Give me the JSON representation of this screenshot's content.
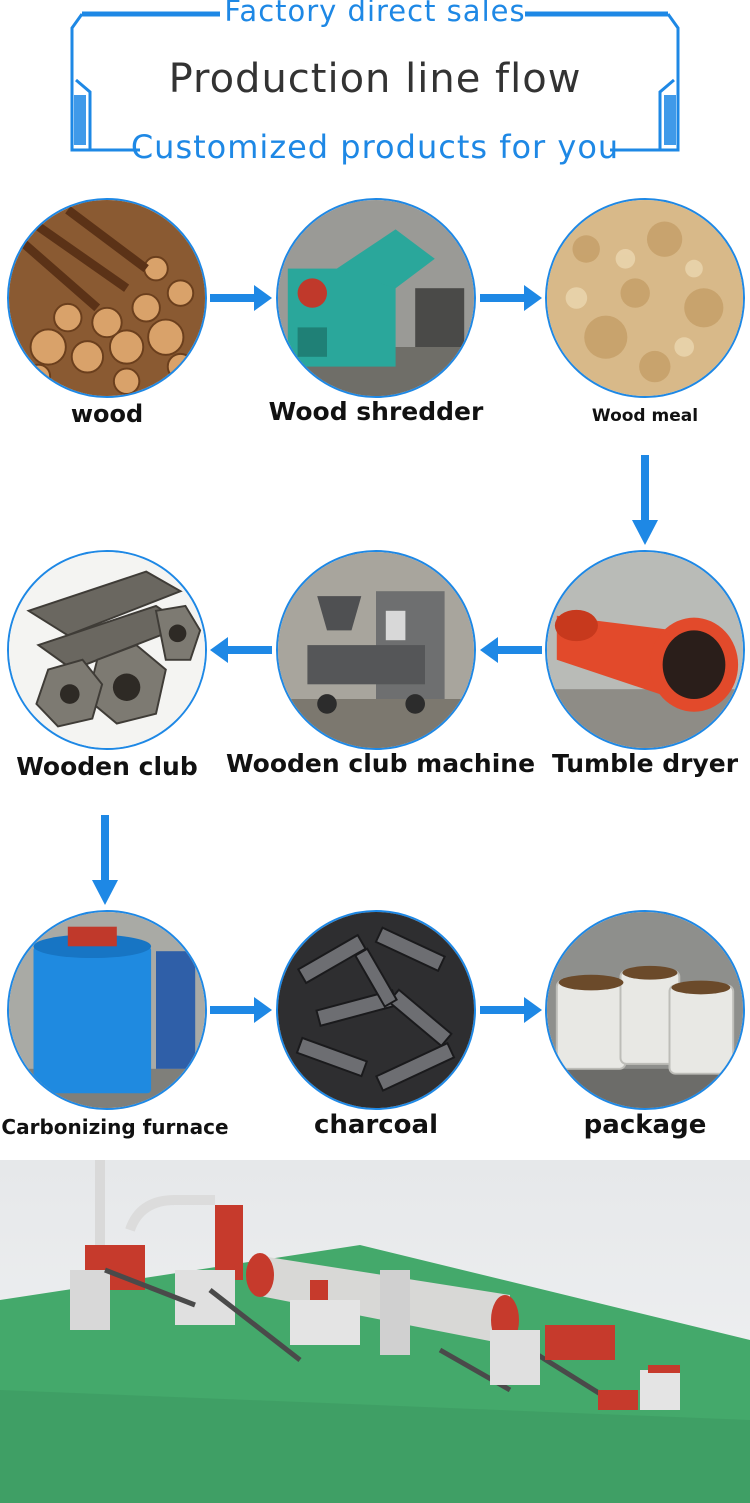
{
  "header": {
    "top_text": "Factory direct sales",
    "title": "Production line flow",
    "subtitle": "Customized products for you"
  },
  "steps": [
    {
      "label": "wood"
    },
    {
      "label": "Wood shredder"
    },
    {
      "label": "Wood meal"
    },
    {
      "label": "Tumble dryer"
    },
    {
      "label": "Wooden club machine"
    },
    {
      "label": "Wooden club"
    },
    {
      "label": "Carbonizing furnace"
    },
    {
      "label": "charcoal"
    },
    {
      "label": "package"
    }
  ],
  "colors": {
    "accent": "#1e88e5",
    "arrow": "#1e88e5",
    "text": "#111111"
  }
}
